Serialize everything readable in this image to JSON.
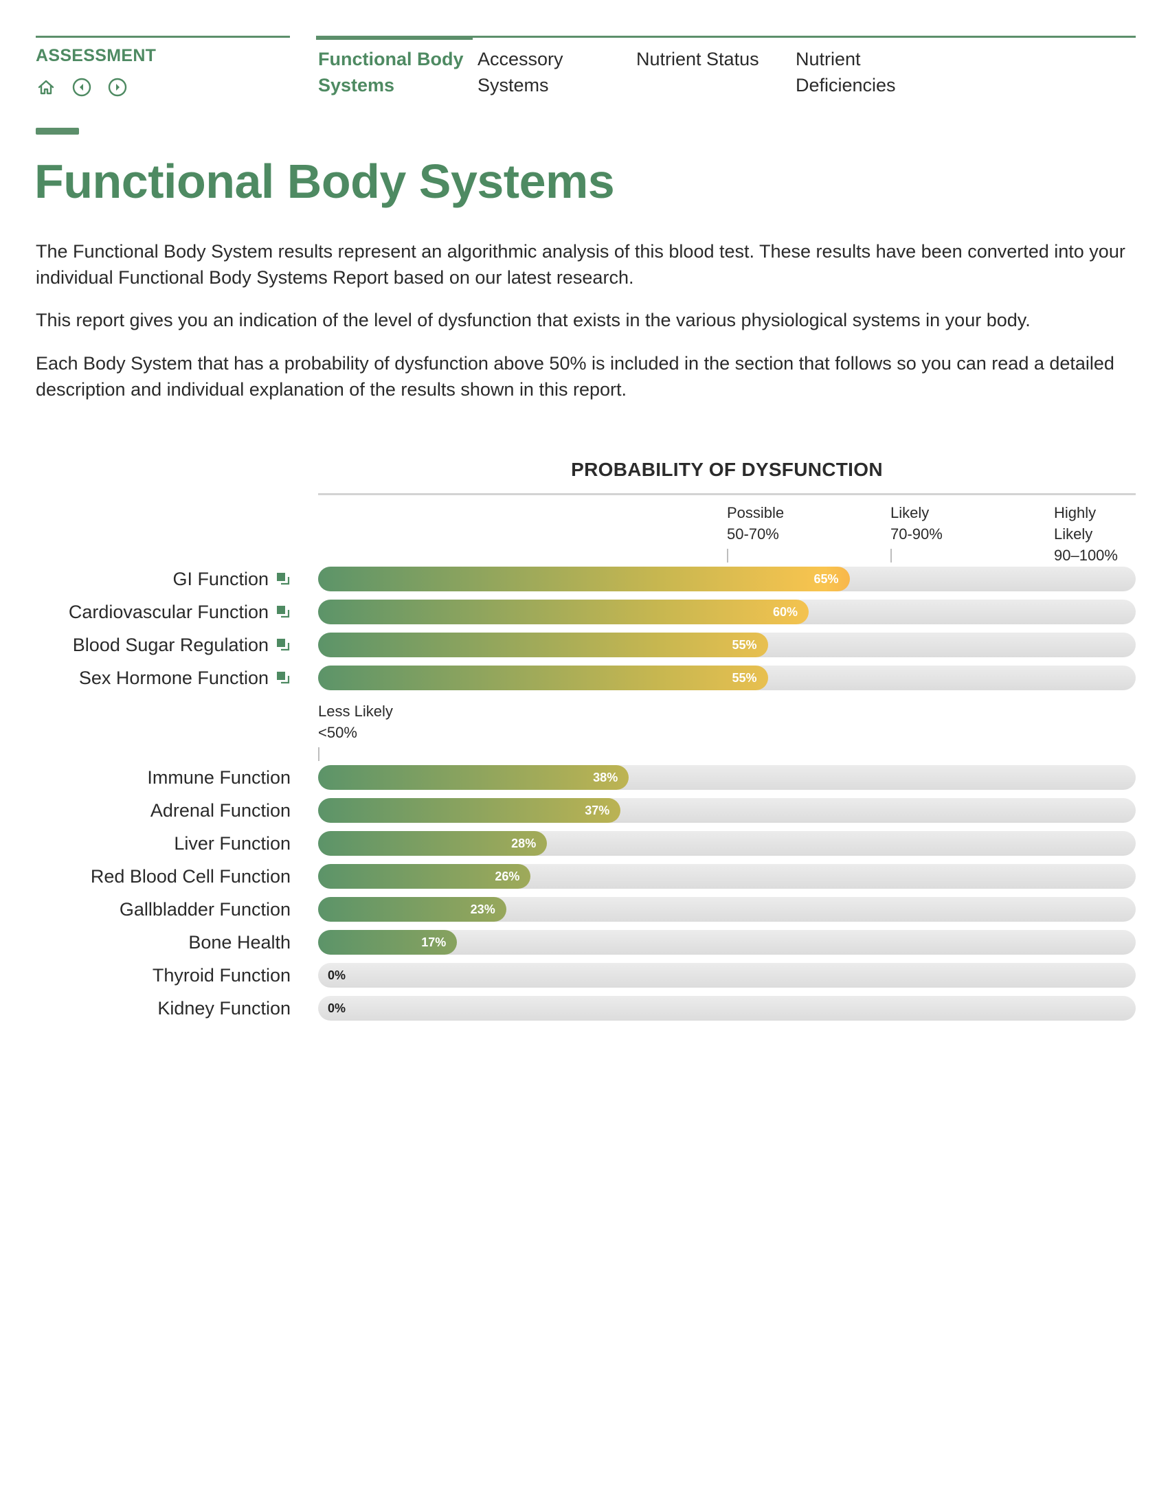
{
  "header": {
    "section_title": "ASSESSMENT",
    "tabs": [
      {
        "label_line1": "Functional Body",
        "label_line2": "Systems",
        "active": true
      },
      {
        "label_line1": "Accessory",
        "label_line2": "Systems",
        "active": false
      },
      {
        "label_line1": "Nutrient Status",
        "label_line2": "",
        "active": false
      },
      {
        "label_line1": "Nutrient",
        "label_line2": "Deficiencies",
        "active": false
      }
    ],
    "icons": [
      "home-icon",
      "chevron-left-icon",
      "chevron-right-icon"
    ]
  },
  "main": {
    "title": "Functional Body Systems",
    "paragraphs": [
      "The Functional Body System results represent an algorithmic analysis of this blood test. These results have been converted into your individual Functional Body Systems Report based on our latest research.",
      "This report gives you an indication of the level of dysfunction that exists in the various physiological systems in your body.",
      "Each Body System that has a probability of dysfunction above 50% is included in the section that follows so you can read a detailed description and individual explanation of the results shown in this report."
    ]
  },
  "colors": {
    "brand_green": "#4e8a62",
    "bar_start": "#5c9469",
    "bar_mid": "#c8b750",
    "bar_end": "#f9c44f",
    "track": "#e2e2e2"
  },
  "chart_data": {
    "type": "bar",
    "orientation": "horizontal",
    "title": "PROBABILITY OF DYSFUNCTION",
    "xlim": [
      0,
      100
    ],
    "zones": [
      {
        "label_line1": "Possible",
        "label_line2": "50-70%",
        "label_line3": "",
        "start": 50
      },
      {
        "label_line1": "Likely",
        "label_line2": "70-90%",
        "label_line3": "",
        "start": 70
      },
      {
        "label_line1": "Highly",
        "label_line2": "Likely",
        "label_line3": "90–100%",
        "start": 90
      },
      {
        "label_line1": "Less Likely",
        "label_line2": "<50%",
        "label_line3": "",
        "start": 0
      }
    ],
    "groups": [
      {
        "zone": "above_50",
        "bars": [
          {
            "category": "GI Function",
            "value": 65,
            "label": "65%",
            "has_link_icon": true
          },
          {
            "category": "Cardiovascular Function",
            "value": 60,
            "label": "60%",
            "has_link_icon": true
          },
          {
            "category": "Blood Sugar Regulation",
            "value": 55,
            "label": "55%",
            "has_link_icon": true
          },
          {
            "category": "Sex Hormone Function",
            "value": 55,
            "label": "55%",
            "has_link_icon": true
          }
        ]
      },
      {
        "zone": "below_50",
        "bars": [
          {
            "category": "Immune Function",
            "value": 38,
            "label": "38%",
            "has_link_icon": false
          },
          {
            "category": "Adrenal Function",
            "value": 37,
            "label": "37%",
            "has_link_icon": false
          },
          {
            "category": "Liver Function",
            "value": 28,
            "label": "28%",
            "has_link_icon": false
          },
          {
            "category": "Red Blood Cell Function",
            "value": 26,
            "label": "26%",
            "has_link_icon": false
          },
          {
            "category": "Gallbladder Function",
            "value": 23,
            "label": "23%",
            "has_link_icon": false
          },
          {
            "category": "Bone Health",
            "value": 17,
            "label": "17%",
            "has_link_icon": false
          },
          {
            "category": "Thyroid Function",
            "value": 0,
            "label": "0%",
            "has_link_icon": false
          },
          {
            "category": "Kidney Function",
            "value": 0,
            "label": "0%",
            "has_link_icon": false
          }
        ]
      }
    ]
  }
}
